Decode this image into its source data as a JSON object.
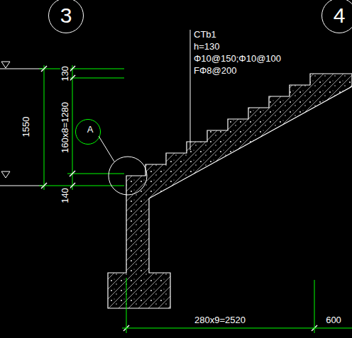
{
  "diagram": {
    "nodes": [
      {
        "text": [
          "3"
        ]
      },
      {
        "text": [
          "4"
        ]
      },
      {
        "text": [
          "A"
        ]
      }
    ],
    "labels": [
      "CTb1",
      "h=130",
      "Φ10@150;Φ10@100",
      "FΦ8@200",
      "130",
      "1550",
      "160x8=1280",
      "140",
      "280x9=2520",
      "600"
    ]
  }
}
